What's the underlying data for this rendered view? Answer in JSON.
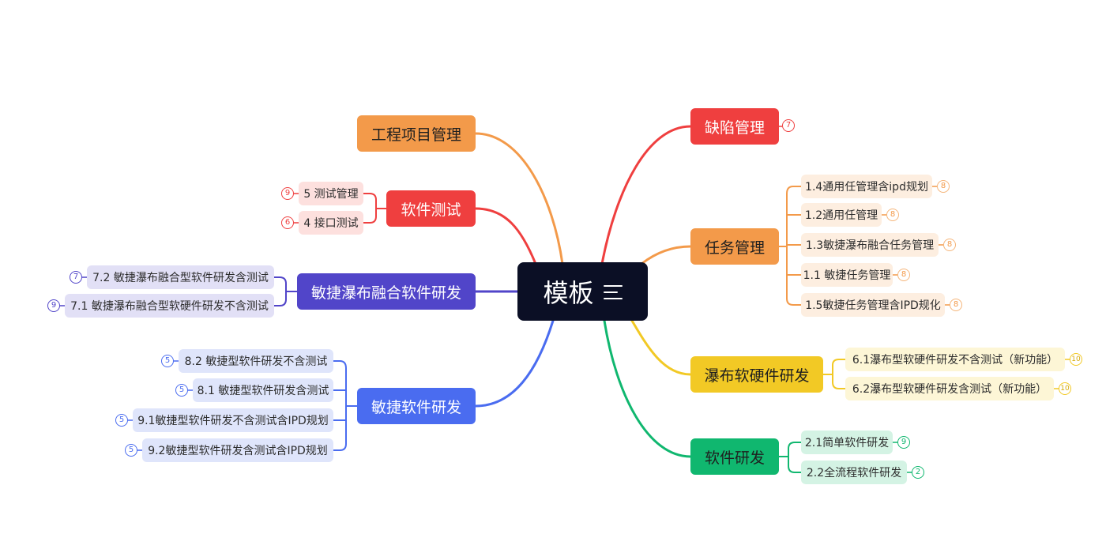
{
  "root": {
    "label": "模板",
    "icon": "menu-lines-icon"
  },
  "right": {
    "defect": {
      "label": "缺陷管理",
      "count": "7",
      "color": "#ef3f3f"
    },
    "task": {
      "label": "任务管理",
      "color": "#f39a4a",
      "children": [
        {
          "label": "1.4通用任管理含ipd规划",
          "count": "8"
        },
        {
          "label": "1.2通用任管理",
          "count": "8"
        },
        {
          "label": "1.3敏捷瀑布融合任务管理",
          "count": "8"
        },
        {
          "label": "1.1 敏捷任务管理",
          "count": "8"
        },
        {
          "label": "1.5敏捷任务管理含IPD规化",
          "count": "8"
        }
      ]
    },
    "waterfall": {
      "label": "瀑布软硬件研发",
      "color": "#f2c925",
      "children": [
        {
          "label": "6.1瀑布型软硬件研发不含测试（新功能）",
          "count": "10"
        },
        {
          "label": "6.2瀑布型软硬件研发含测试（新功能）",
          "count": "10"
        }
      ]
    },
    "software": {
      "label": "软件研发",
      "color": "#10b76f",
      "children": [
        {
          "label": "2.1简单软件研发",
          "count": "9"
        },
        {
          "label": "2.2全流程软件研发",
          "count": "2"
        }
      ]
    }
  },
  "left": {
    "engineering": {
      "label": "工程项目管理",
      "color": "#f39a4a"
    },
    "testing": {
      "label": "软件测试",
      "color": "#ef3f3f",
      "children": [
        {
          "label": "5 测试管理",
          "count": "9"
        },
        {
          "label": "4 接口测试",
          "count": "6"
        }
      ]
    },
    "hybrid": {
      "label": "敏捷瀑布融合软件研发",
      "color": "#5145c9",
      "children": [
        {
          "label": "7.2 敏捷瀑布融合型软件研发含测试",
          "count": "7"
        },
        {
          "label": "7.1 敏捷瀑布融合型软硬件研发不含测试",
          "count": "9"
        }
      ]
    },
    "agile": {
      "label": "敏捷软件研发",
      "color": "#4a6cf0",
      "children": [
        {
          "label": "8.2 敏捷型软件研发不含测试",
          "count": "5"
        },
        {
          "label": "8.1 敏捷型软件研发含测试",
          "count": "5"
        },
        {
          "label": "9.1敏捷型软件研发不含测试含IPD规划",
          "count": "5"
        },
        {
          "label": "9.2敏捷型软件研发含测试含IPD规划",
          "count": "5"
        }
      ]
    }
  }
}
